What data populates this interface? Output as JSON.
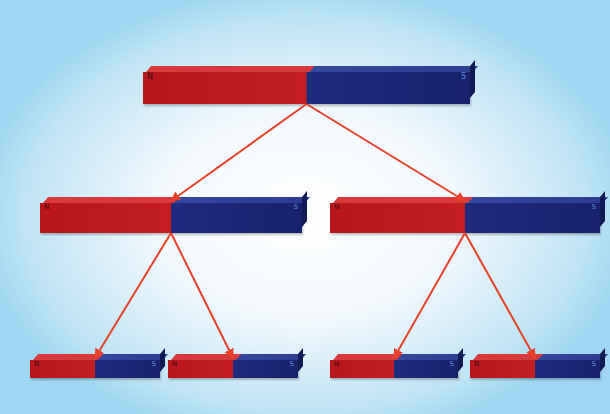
{
  "diagram": {
    "nodes": [
      {
        "text": [
          "N",
          "S"
        ]
      },
      {
        "text": [
          "N",
          "S"
        ]
      },
      {
        "text": [
          "N",
          "S"
        ]
      },
      {
        "text": [
          "N",
          "S"
        ]
      },
      {
        "text": [
          "N",
          "S"
        ]
      },
      {
        "text": [
          "N",
          "S"
        ]
      },
      {
        "text": [
          "N",
          "S"
        ]
      }
    ],
    "edges": [
      {
        "from": 0,
        "to": 1,
        "arrow": "to"
      },
      {
        "from": 0,
        "to": 2,
        "arrow": "to"
      },
      {
        "from": 1,
        "to": 3,
        "arrow": "to"
      },
      {
        "from": 1,
        "to": 4,
        "arrow": "to"
      },
      {
        "from": 2,
        "to": 5,
        "arrow": "to"
      },
      {
        "from": 2,
        "to": 6,
        "arrow": "to"
      }
    ]
  }
}
